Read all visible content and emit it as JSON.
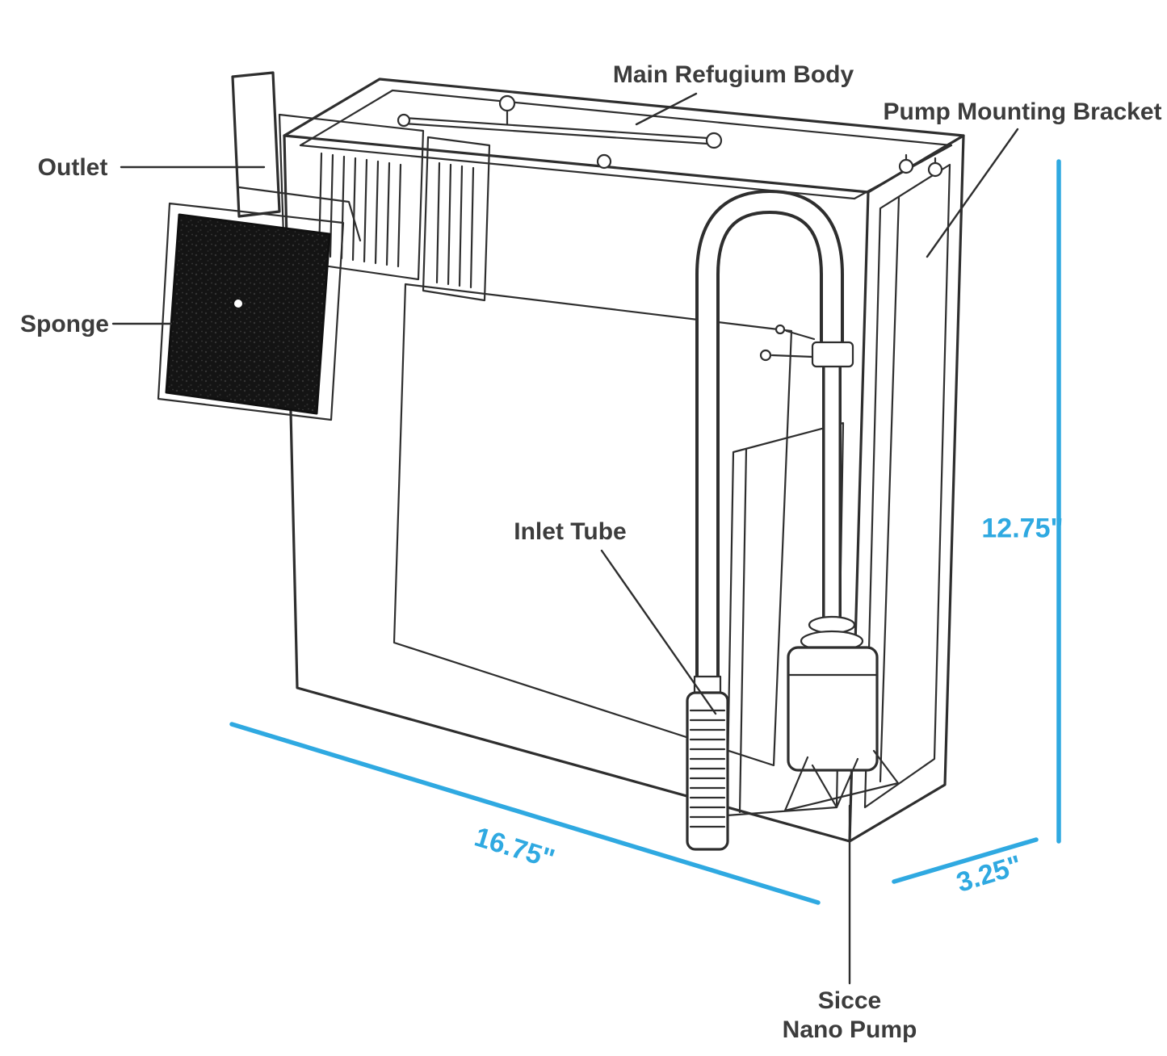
{
  "diagram": {
    "labels": {
      "main_body": "Main Refugium Body",
      "pump_bracket": "Pump Mounting Bracket",
      "outlet": "Outlet",
      "sponge": "Sponge",
      "inlet_tube": "Inlet Tube",
      "pump": {
        "line1": "Sicce",
        "line2": "Nano Pump"
      }
    },
    "dimensions": {
      "width": "16.75\"",
      "depth": "3.25\"",
      "height": "12.75\""
    },
    "colors": {
      "dimension_accent": "#2fa9e1",
      "line_art": "#2e2e2e",
      "label_text": "#3c3c3c",
      "sponge_fill": "#141414",
      "background": "#ffffff"
    }
  }
}
